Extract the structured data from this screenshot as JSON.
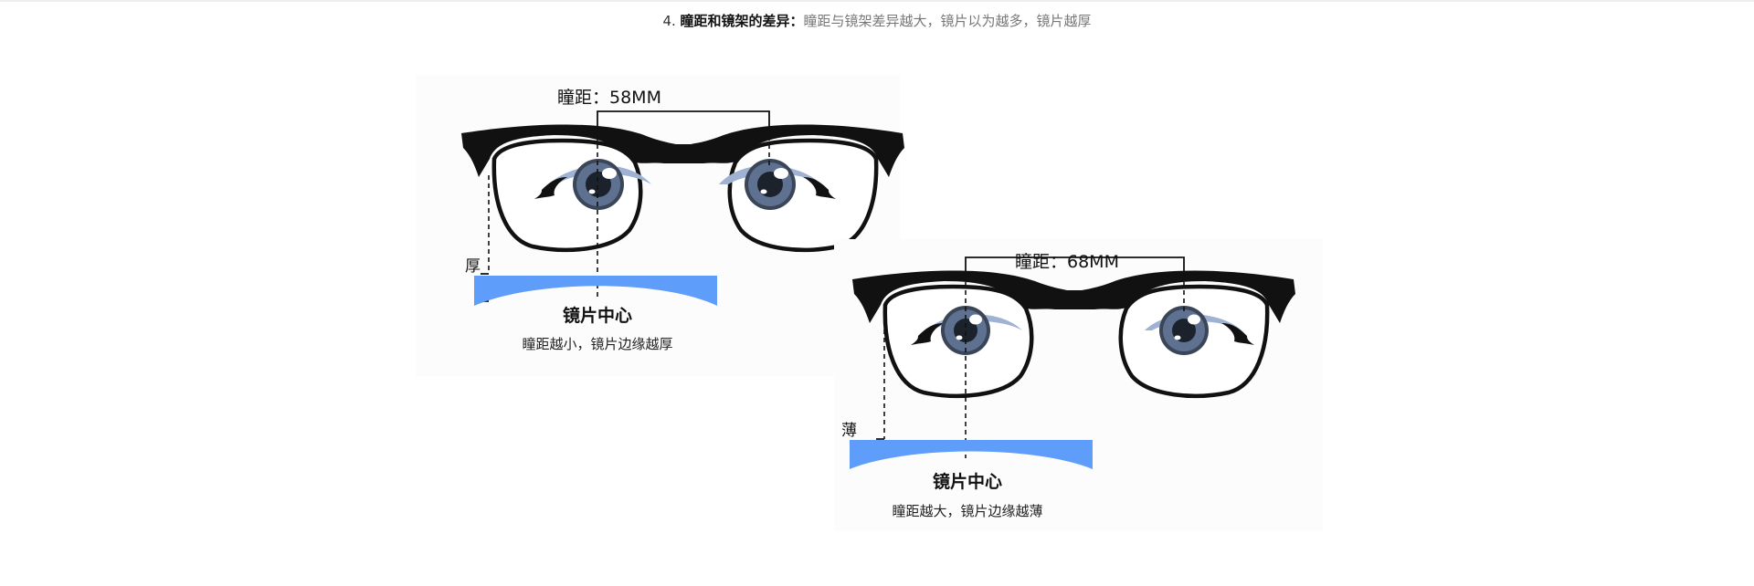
{
  "header": {
    "number": "4.",
    "title": "瞳距和镜架的差异：",
    "description": "瞳距与镜架差异越大，镜片以为越多，镜片越厚"
  },
  "panels": [
    {
      "pd_label": "瞳距：58MM",
      "edge_label": "厚",
      "center_label": "镜片中心",
      "note": "瞳距越小，镜片边缘越厚"
    },
    {
      "pd_label": "瞳距：68MM",
      "edge_label": "薄",
      "center_label": "镜片中心",
      "note": "瞳距越大，镜片边缘越薄"
    }
  ],
  "colors": {
    "lens": "#5f9dfb",
    "frame": "#111111",
    "iris": "#5a6b82",
    "iris_ring": "#2b3442",
    "sclera_shadow": "#b9c7de"
  }
}
